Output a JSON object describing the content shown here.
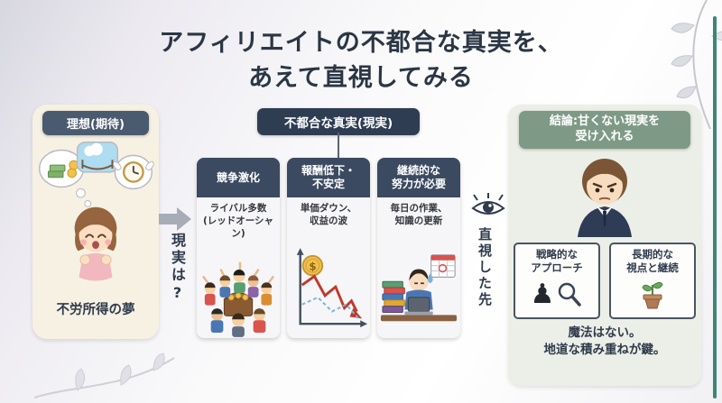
{
  "page": {
    "title_line1": "アフィリエイトの不都合な真実を、",
    "title_line2": "あえて直視してみる"
  },
  "ideal": {
    "header": "理想(期待)",
    "caption": "不労所得の夢"
  },
  "transition": {
    "arrow_label": "現実は?"
  },
  "reality": {
    "header": "不都合な真実(現実)",
    "cards": [
      {
        "title": "競争激化",
        "desc": "ライバル多数\n(レッドオーシャン)"
      },
      {
        "title": "報酬低下・\n不安定",
        "desc": "単価ダウン、\n収益の波"
      },
      {
        "title": "継続的な\n努力が必要",
        "desc": "毎日の作業、\n知識の更新"
      }
    ]
  },
  "gaze": {
    "label": "直視した先"
  },
  "conclusion": {
    "header": "結論:甘くない現実を\n受け入れる",
    "boxes": [
      {
        "label": "戦略的な\nアプローチ"
      },
      {
        "label": "長期的な\n視点と継続"
      }
    ],
    "caption": "魔法はない。\n地道な積み重ねが鍵。"
  },
  "icons": {
    "coin_symbol": "$",
    "chess_piece": "♟"
  },
  "colors": {
    "accent_teal": "#3c8678",
    "navy_header": "#2e3d52",
    "card_header": "#3b4a60",
    "sage_header": "#7e9a86",
    "ideal_bg": "#f6f1e3",
    "title_text": "#2b3644"
  }
}
